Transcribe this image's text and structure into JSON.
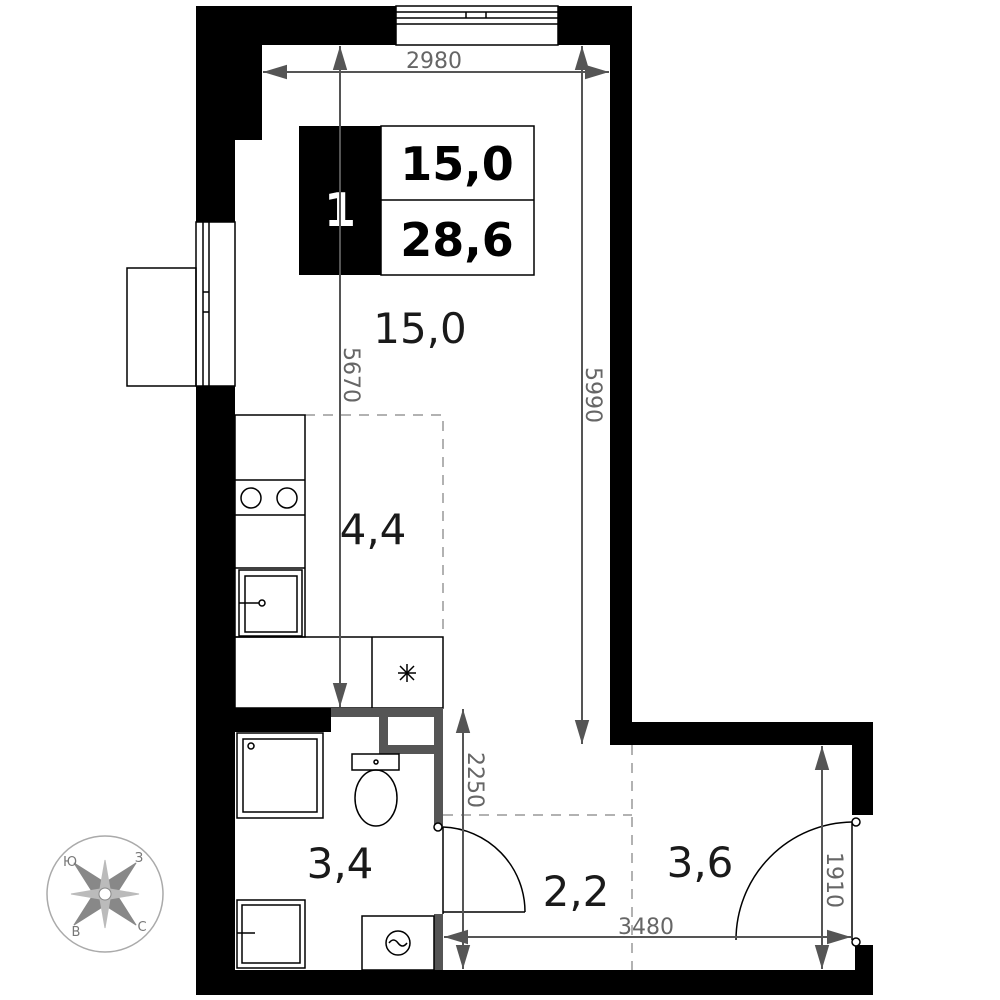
{
  "apartment": {
    "rooms": "1",
    "living_area": "15,0",
    "total_area": "28,6"
  },
  "areas": {
    "living_room": "15,0",
    "kitchen": "4,4",
    "bathroom": "3,4",
    "hallway": "2,2",
    "loggia": "3,6"
  },
  "dimensions": {
    "width_top": "2980",
    "height_left": "5670",
    "height_right": "5990",
    "bath_height": "2250",
    "hall_width": "3480",
    "loggia_height": "1910"
  },
  "compass": {
    "north": "Ю",
    "east": "З",
    "south": "С",
    "west": "В"
  },
  "colors": {
    "wall": "#000000",
    "partition": "#555555",
    "dimension": "#555555",
    "dashed": "#999999",
    "compass": "#888888"
  }
}
